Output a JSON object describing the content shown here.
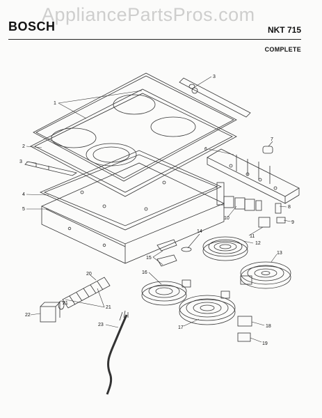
{
  "header": {
    "brand": "BOSCH",
    "model": "NKT 715",
    "subtitle": "COMPLETE",
    "watermark": "AppliancePartsPros.com"
  },
  "callouts": [
    "1",
    "2",
    "3",
    "3",
    "4",
    "5",
    "6",
    "7",
    "8",
    "9",
    "10",
    "11",
    "12",
    "13",
    "14",
    "15",
    "16",
    "17",
    "18",
    "19",
    "20",
    "21",
    "21",
    "22",
    "23"
  ]
}
